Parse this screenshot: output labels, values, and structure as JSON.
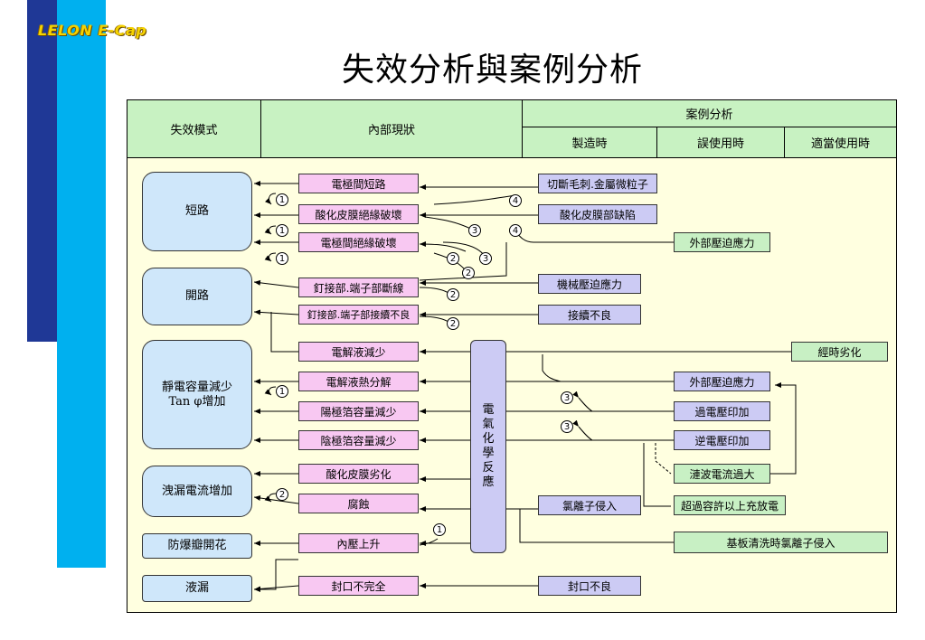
{
  "logo": "LELON E-Cap",
  "title": "失效分析與案例分析",
  "header": {
    "failure_mode": "失效模式",
    "internal_state": "內部現狀",
    "case_analysis": "案例分析",
    "manufacturing": "製造時",
    "misuse": "誤使用時",
    "proper_use": "適當使用時"
  },
  "modes": {
    "short": "短路",
    "open": "開路",
    "cap_line1": "靜電容量減少",
    "cap_line2": "Tan φ增加",
    "leak_current": "洩漏電流增加",
    "vent": "防爆瓣開花",
    "leakage": "液漏"
  },
  "internal": {
    "electrode_short": "電極間短路",
    "oxide_breakdown": "酸化皮膜絕緣破壞",
    "electrode_insulation": "電極間絕緣破壞",
    "rivet_break": "釘接部.端子部斷線",
    "rivet_contact": "釘接部.端子部接續不良",
    "electrolyte_decrease": "電解液減少",
    "electrolyte_decomp": "電解液熱分解",
    "anode_decrease": "陽極箔容量減少",
    "cathode_decrease": "陰極箔容量減少",
    "oxide_degrade": "酸化皮膜劣化",
    "corrosion": "腐蝕",
    "pressure_rise": "內壓上升",
    "seal_incomplete": "封口不完全"
  },
  "electrochem": [
    "電",
    "氣",
    "化",
    "學",
    "反",
    "應"
  ],
  "causes": {
    "burr": "切斷毛刺.金屬微粒子",
    "oxide_defect": "酸化皮膜部缺陷",
    "mech_stress": "機械壓迫應力",
    "poor_connection": "接續不良",
    "chloride": "氯離子侵入",
    "seal_poor": "封口不良"
  },
  "env": {
    "ext_stress_1": "外部壓迫應力",
    "aging": "經時劣化",
    "ext_stress_2": "外部壓迫應力",
    "overvoltage": "過電壓印加",
    "reverse": "逆電壓印加",
    "ripple": "漣波電流過大",
    "over_charge": "超過容許以上充放電",
    "cleaning": "基板清洗時氯離子侵入"
  },
  "markers": [
    "1",
    "1",
    "1",
    "4",
    "3",
    "4",
    "2",
    "3",
    "2",
    "2",
    "2",
    "1",
    "3",
    "3",
    "2",
    "1"
  ]
}
